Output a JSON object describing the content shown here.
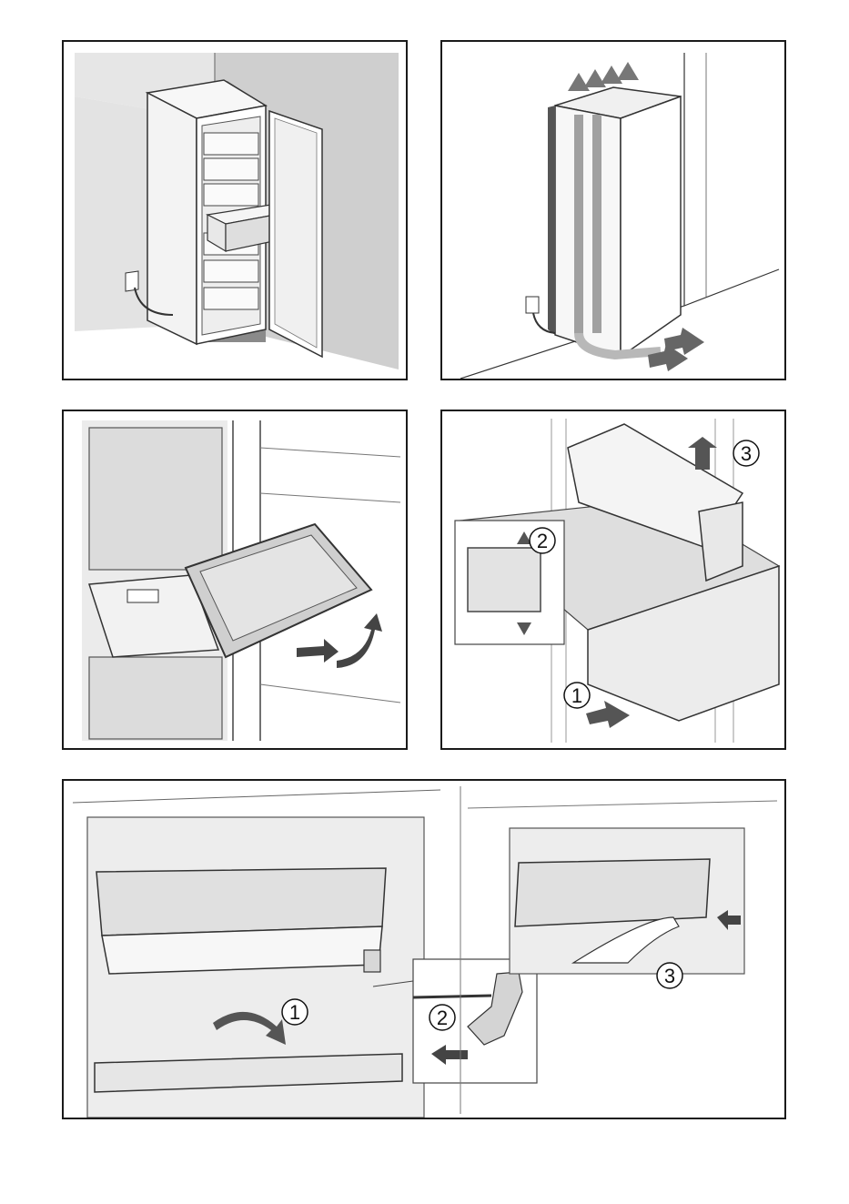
{
  "panels": {
    "p2_steps": [
      "1",
      "2",
      "3"
    ],
    "p5_steps": [
      "1",
      "2",
      "3"
    ]
  }
}
